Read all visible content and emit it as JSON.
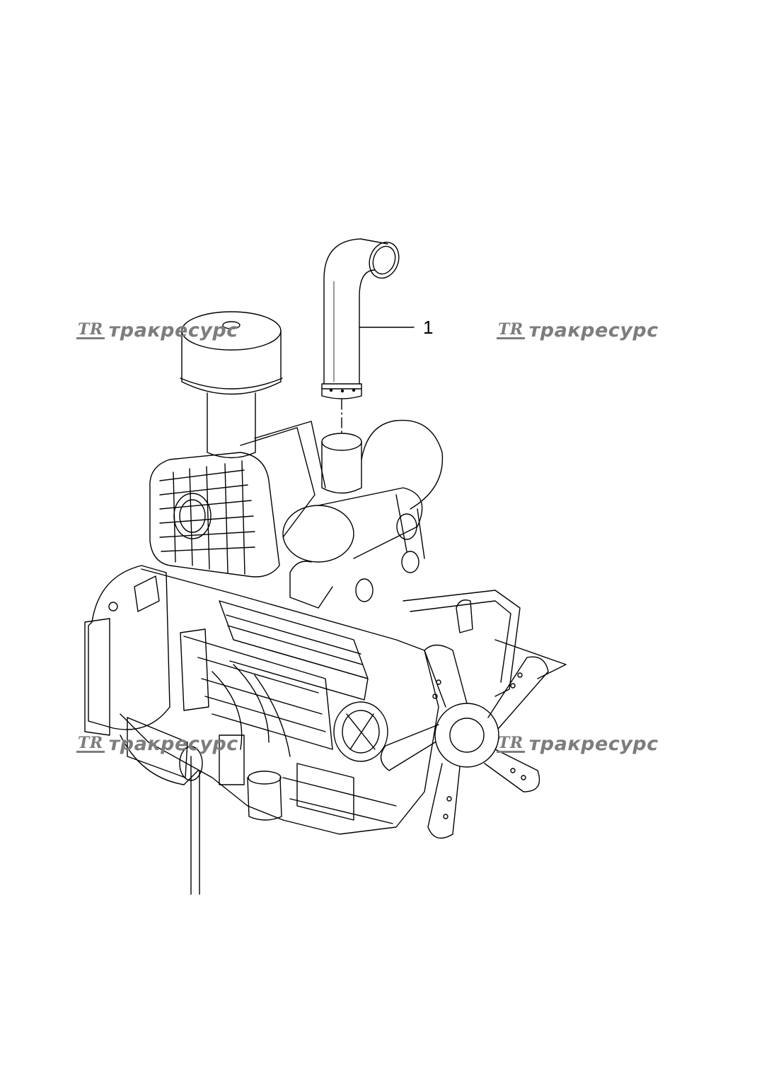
{
  "callouts": [
    {
      "label": "1"
    }
  ],
  "watermarks": [
    {
      "logo": "TR",
      "text": "тракресурс"
    },
    {
      "logo": "TR",
      "text": "тракресурс"
    },
    {
      "logo": "TR",
      "text": "тракресурс"
    },
    {
      "logo": "TR",
      "text": "тракресурс"
    }
  ],
  "colors": {
    "line": "#000000",
    "watermark": "#7d7d7d",
    "background": "#ffffff"
  }
}
